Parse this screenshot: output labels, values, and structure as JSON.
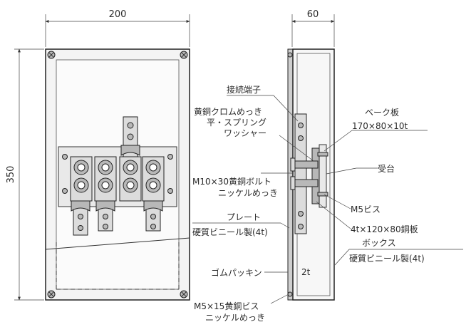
{
  "dimensions": {
    "width": "200",
    "height": "350",
    "depth": "60"
  },
  "labels": {
    "connection_terminal": "接続端子",
    "washer_line1": "黄銅クロムめっき",
    "washer_line2": "平・スプリング",
    "washer_line3": "ワッシャー",
    "bake_plate_line1": "ベーク板",
    "bake_plate_line2": "170×80×10t",
    "receiver": "受台",
    "bolt_line1": "M10×30黄銅ボルト",
    "bolt_line2": "ニッケルめっき",
    "m5_screw": "M5ビス",
    "plate_line1": "プレート",
    "plate_line2": "硬質ビニール製(4t)",
    "copper_plate": "4t×120×80銅板",
    "box_line1": "ボックス",
    "box_line2": "硬質ビニール製(4t)",
    "gasket": "ゴムパッキン",
    "thickness": "2t",
    "screw_line1": "M5×15黄銅ビス",
    "screw_line2": "ニッケルめっき"
  }
}
